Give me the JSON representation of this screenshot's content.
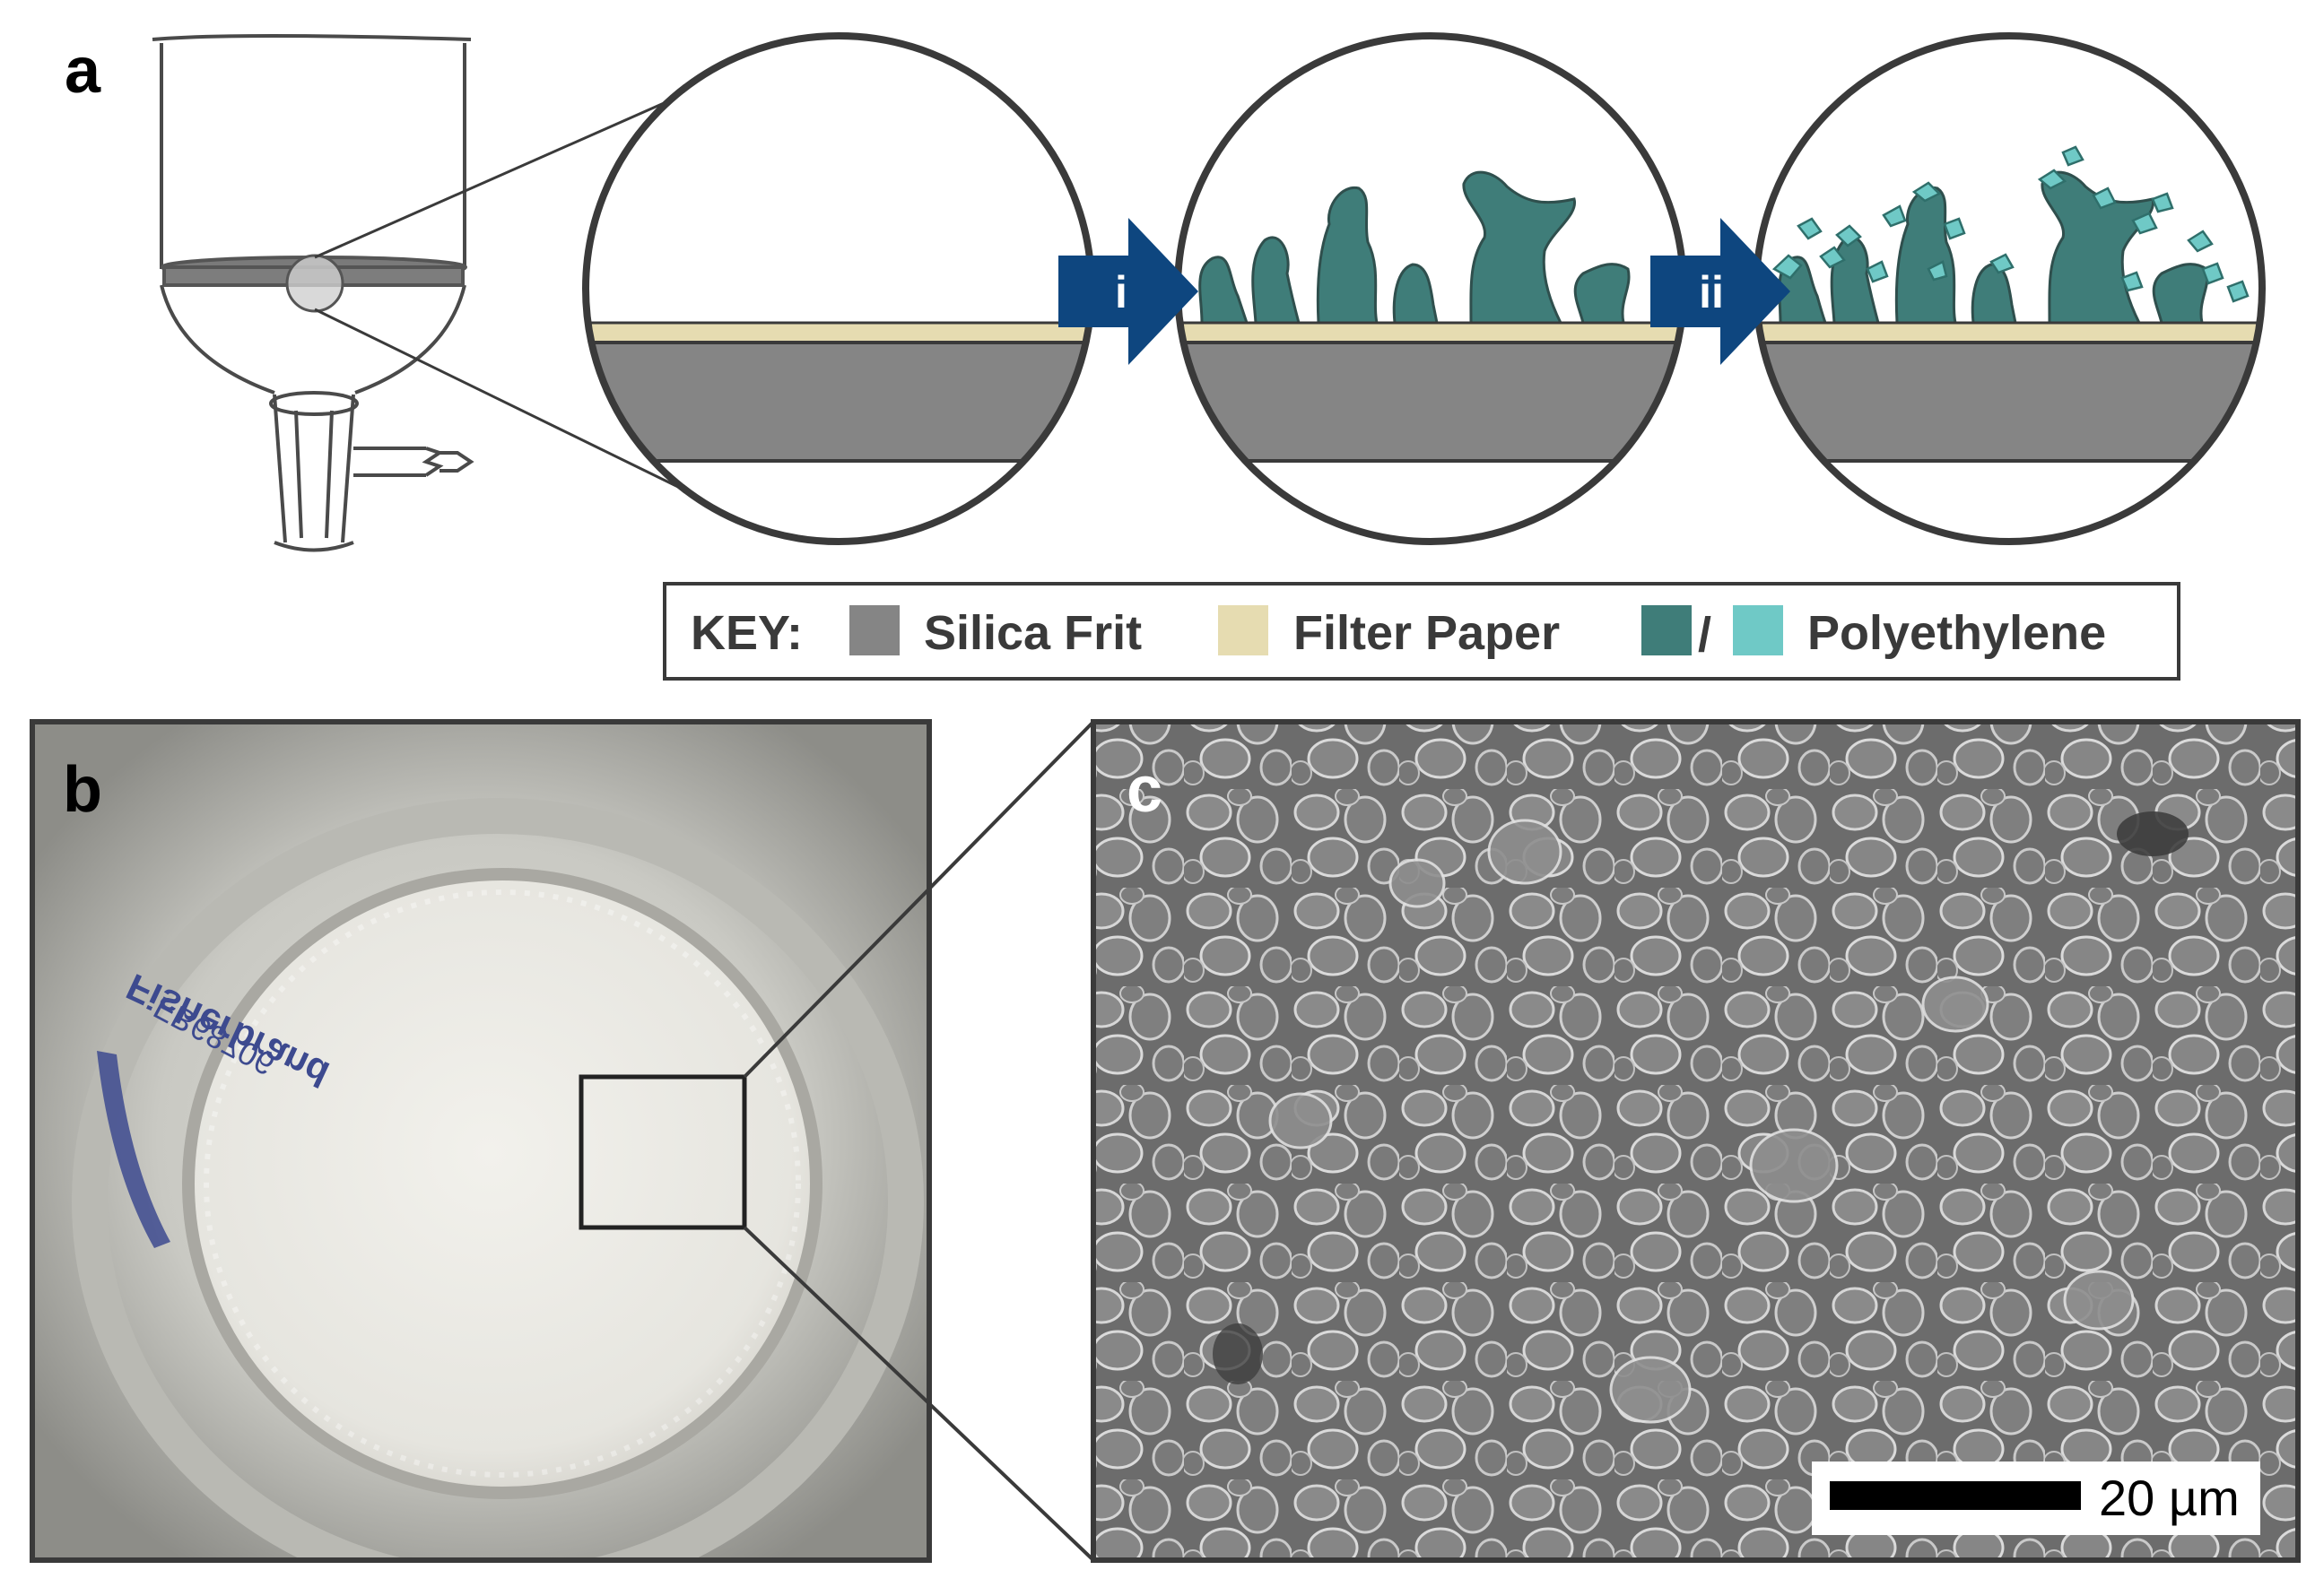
{
  "panels": {
    "a": "a",
    "b": "b",
    "c": "c"
  },
  "arrows": {
    "first": "i",
    "second": "ii"
  },
  "key": {
    "title": "KEY:",
    "separator": "/",
    "items": [
      {
        "label": "Silica Frit",
        "color": "#858585"
      },
      {
        "label": "Filter Paper",
        "color": "#e6dcb1"
      },
      {
        "label": "Polyethylene",
        "color": "#3f7d79",
        "color2": "#6fc9c6"
      }
    ]
  },
  "photo": {
    "brand_text": "Fisherbrand",
    "code_text": "FB68706"
  },
  "sem": {
    "scale_bar_label": "20 µm"
  },
  "colors": {
    "frit": "#858585",
    "paper": "#e6dcb1",
    "polymer_dark": "#3f7d79",
    "polymer_light": "#6fc9c6",
    "arrow": "#0e467f",
    "outline": "#3a3a3a"
  }
}
